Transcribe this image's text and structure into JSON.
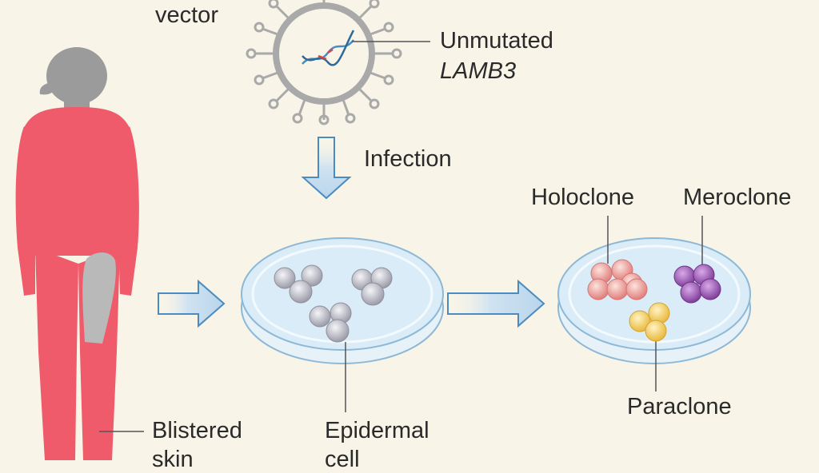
{
  "labels": {
    "vector": "vector",
    "unmutated_line1": "Unmutated",
    "unmutated_line2": "LAMB3",
    "infection": "Infection",
    "holoclone": "Holoclone",
    "meroclone": "Meroclone",
    "paraclone": "Paraclone",
    "blistered_line1": "Blistered",
    "blistered_line2": "skin",
    "epidermal_line1": "Epidermal",
    "epidermal_line2": "cell"
  },
  "colors": {
    "background": "#f8f4e8",
    "body": "#ef5b6a",
    "body_head": "#9b9b9b",
    "blister_patch": "#b9b9b9",
    "virus": "#a9a9a9",
    "arrow_fill": "#d6e6f3",
    "arrow_stroke": "#4b8cc0",
    "dish": "#d9ecf7",
    "dish_rim": "#8db8d6",
    "epidermal_cells": "#b3b3bf",
    "holoclone_cells": "#ee9a98",
    "meroclone_cells": "#9656b0",
    "paraclone_cells": "#f3cf62",
    "leader_line": "#555555"
  },
  "icons": [
    "human-figure-icon",
    "viral-vector-icon",
    "dna-strand-icon",
    "petri-dish-icon",
    "cell-cluster-icon",
    "arrow-right-icon",
    "arrow-down-icon"
  ]
}
